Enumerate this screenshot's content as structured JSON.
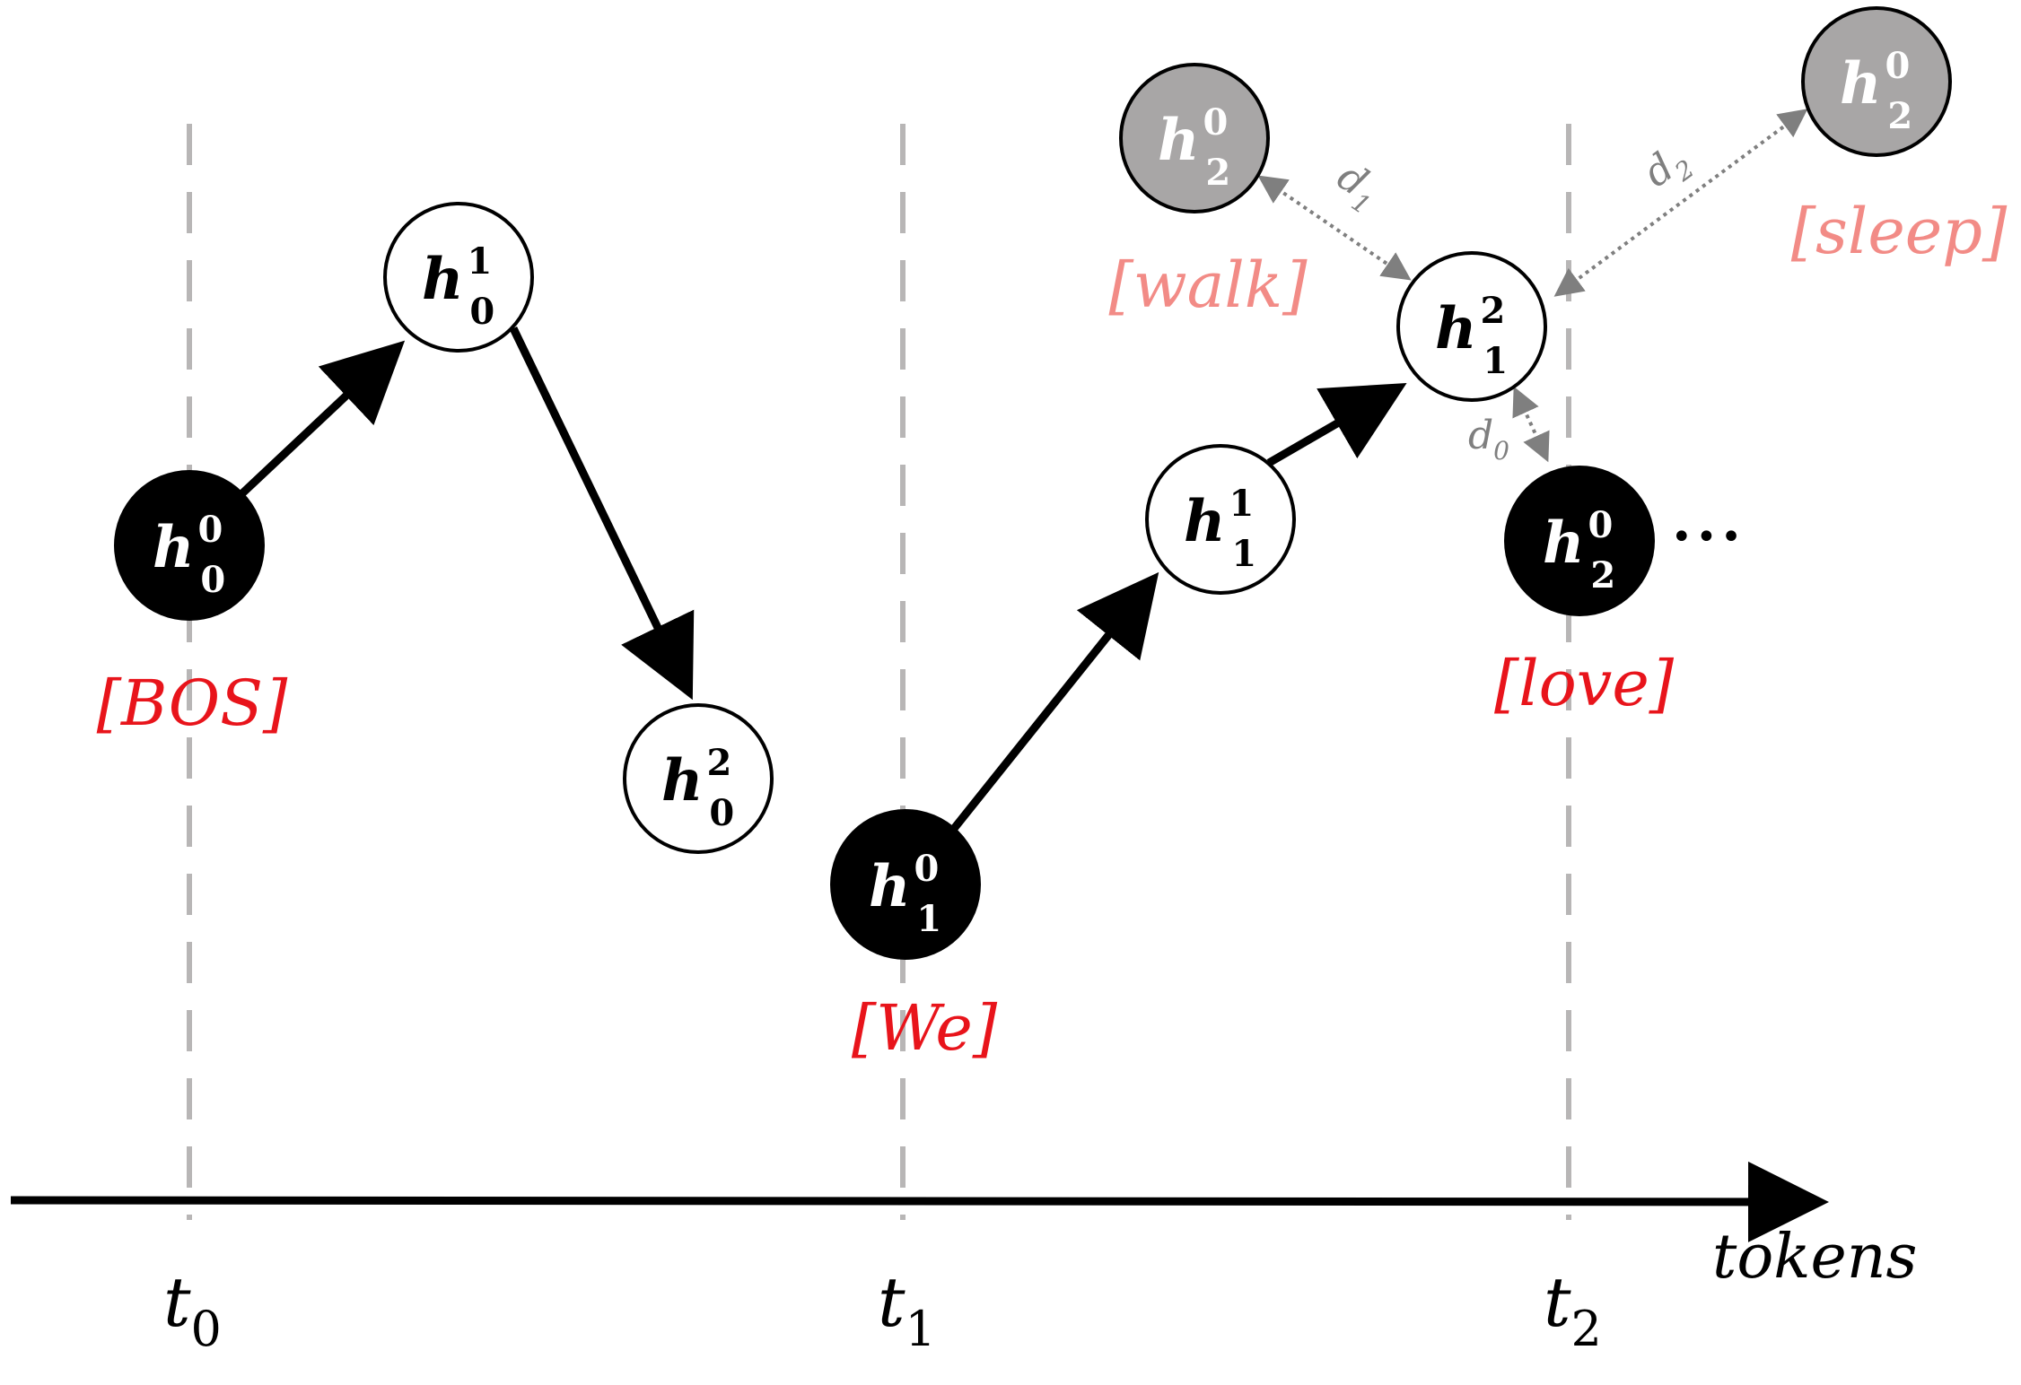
{
  "nodes": {
    "h00": {
      "base": "h",
      "sup": "0",
      "sub": "0"
    },
    "h01": {
      "base": "h",
      "sup": "1",
      "sub": "0"
    },
    "h02": {
      "base": "h",
      "sup": "2",
      "sub": "0"
    },
    "h10": {
      "base": "h",
      "sup": "0",
      "sub": "1"
    },
    "h11": {
      "base": "h",
      "sup": "1",
      "sub": "1"
    },
    "h12": {
      "base": "h",
      "sup": "2",
      "sub": "1"
    },
    "h20": {
      "base": "h",
      "sup": "0",
      "sub": "2"
    },
    "h20_walk": {
      "base": "h",
      "sup": "0",
      "sub": "2"
    },
    "h20_sleep": {
      "base": "h",
      "sup": "0",
      "sub": "2"
    }
  },
  "tokens": {
    "bos": "[BOS]",
    "we": "[We]",
    "love": "[love]",
    "walk": "[walk]",
    "sleep": "[sleep]"
  },
  "distances": {
    "d0": {
      "base": "d",
      "sub": "0"
    },
    "d1": {
      "base": "d",
      "sub": "1"
    },
    "d2": {
      "base": "d",
      "sub": "2"
    }
  },
  "axis": {
    "label": "tokens",
    "ticks": [
      {
        "base": "t",
        "sub": "0"
      },
      {
        "base": "t",
        "sub": "1"
      },
      {
        "base": "t",
        "sub": "2"
      }
    ]
  },
  "ellipsis": "•••",
  "colors": {
    "token_active": "#e8141b",
    "token_alt": "#f28b86",
    "gray_node": "#a8a6a6",
    "dash_line": "#b8b6b6",
    "distance": "#7f7f7f"
  }
}
